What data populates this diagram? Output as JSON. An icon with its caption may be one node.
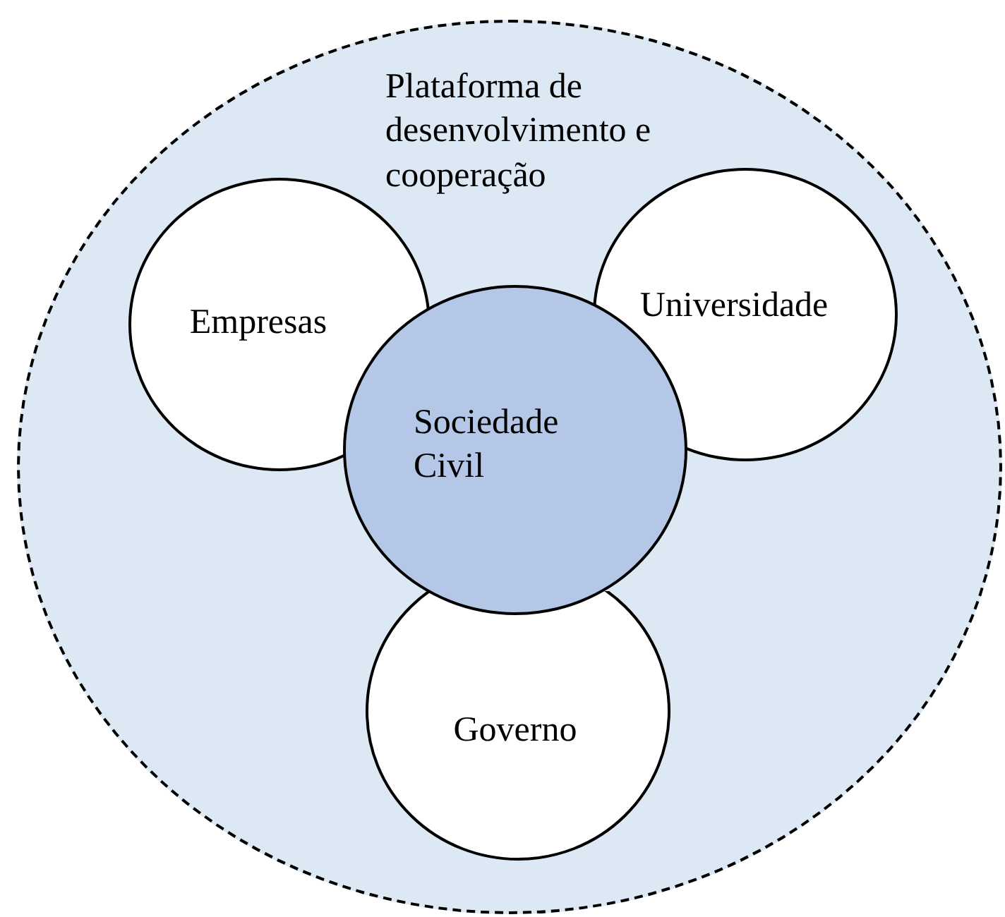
{
  "diagram": {
    "nodes": [
      {
        "text": [
          "Plataforma de desenvolvimento e cooperação"
        ]
      },
      {
        "text": [
          "Empresas"
        ],
        "in": 0
      },
      {
        "text": [
          "Universidade"
        ],
        "in": 0
      },
      {
        "text": [
          "Sociedade Civil"
        ],
        "in": 0
      },
      {
        "text": [
          "Governo"
        ],
        "in": 0
      }
    ]
  }
}
